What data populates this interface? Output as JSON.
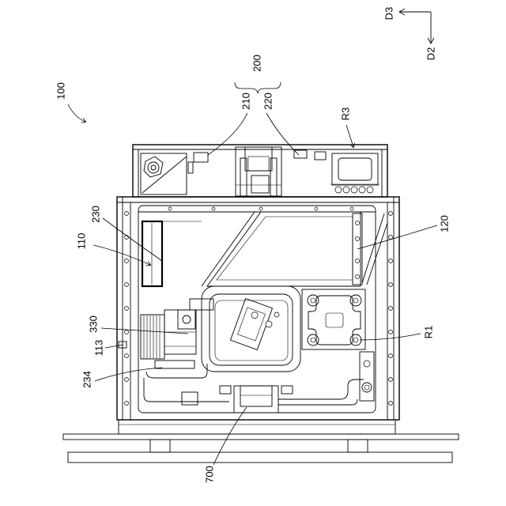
{
  "labels": {
    "d3": "D3",
    "d2": "D2",
    "ref_100": "100",
    "ref_200": "200",
    "ref_210": "210",
    "ref_220": "220",
    "ref_r3": "R3",
    "ref_230": "230",
    "ref_110": "110",
    "ref_120": "120",
    "ref_330": "330",
    "ref_r1": "R1",
    "ref_113": "113",
    "ref_234": "234",
    "ref_700": "700"
  }
}
